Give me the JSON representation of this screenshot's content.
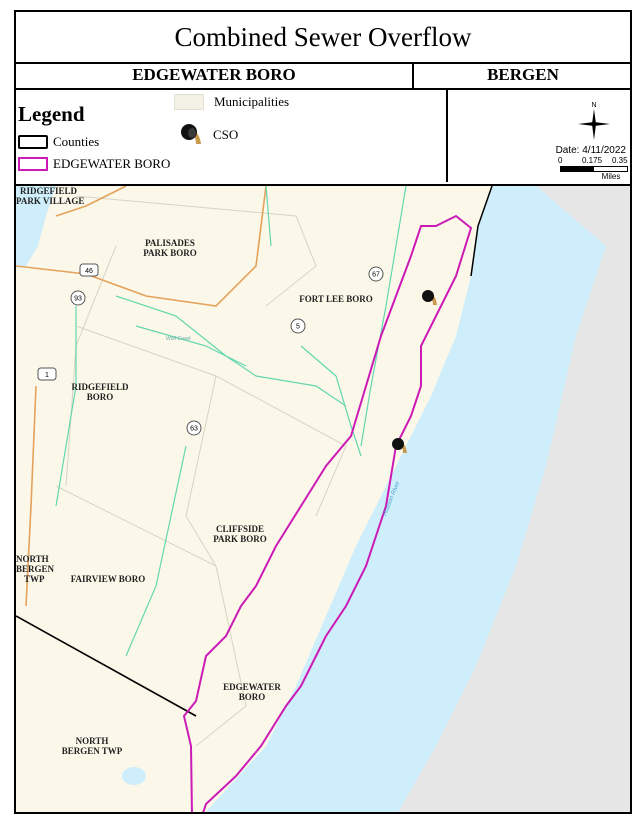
{
  "title": "Combined Sewer Overflow",
  "municipality": "EDGEWATER BORO",
  "county": "BERGEN",
  "legend": {
    "heading": "Legend",
    "items": [
      {
        "label": "Counties",
        "color": "#000000"
      },
      {
        "label": "EDGEWATER BORO",
        "color": "#cc1bb5"
      },
      {
        "label": "Municipalities",
        "color": "#f4f1e6"
      },
      {
        "label": "CSO",
        "icon": "cso-pipe-icon"
      }
    ]
  },
  "info": {
    "north": "N",
    "date": "Date: 4/11/2022",
    "scale_ticks": [
      "0",
      "0.175",
      "0.35"
    ],
    "scale_unit": "Miles"
  },
  "map": {
    "land_color": "#fbf8ea",
    "water_color": "#cfeefb",
    "nj_color": "#e6e6e6",
    "labels": {
      "ridgefield_park": [
        "RIDGEFIELD",
        "PARK VILLAGE"
      ],
      "palisades_park": [
        "PALISADES",
        "PARK BORO"
      ],
      "fort_lee": "FORT LEE BORO",
      "ridgefield": [
        "RIDGEFIELD",
        "BORO"
      ],
      "cliffside_park": [
        "CLIFFSIDE",
        "PARK BORO"
      ],
      "north_bergen_twp_top": [
        "NORTH",
        "BERGEN",
        "TWP"
      ],
      "fairview": "FAIRVIEW BORO",
      "edgewater": [
        "EDGEWATER",
        "BORO"
      ],
      "north_bergen_twp_bottom": [
        "NORTH",
        "BERGEN TWP"
      ],
      "wolf_creek": "Wolf Creek",
      "hudson_river": "Hudson River"
    },
    "shields": {
      "us46": "46",
      "rt93": "93",
      "rt67": "67",
      "rt5": "5",
      "us1": "1",
      "rt63": "63"
    }
  }
}
